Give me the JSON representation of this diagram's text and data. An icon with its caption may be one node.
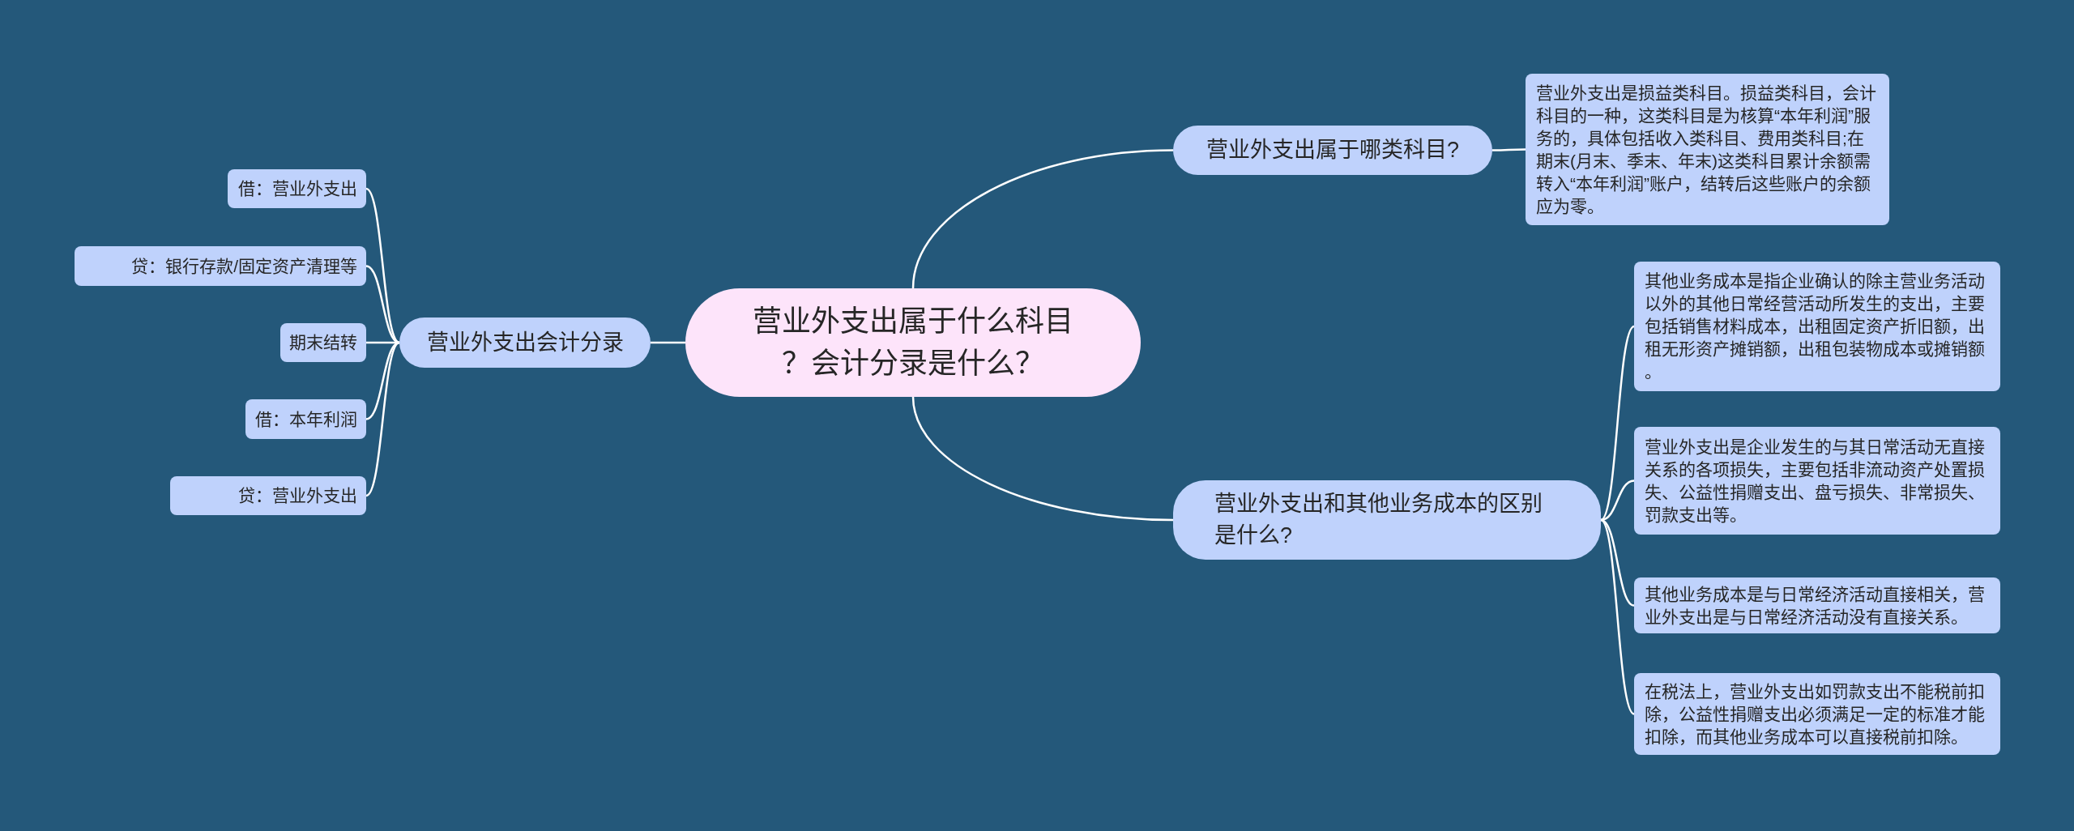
{
  "diagram": {
    "nodes": [
      {
        "text": [
          "营业外支出属于什么科目？会计分录是什么？"
        ]
      },
      {
        "text": [
          "营业外支出属于哪类科目?"
        ]
      },
      {
        "text": [
          "营业外支出是损益类科目。损益类科目，会计科目的一种，这类科目是为核算“本年利润”服务的，具体包括收入类科目、费用类科目;在期末(月末、季末、年末)这类科目累计余额需转入“本年利润”账户，结转后这些账户的余额应为零。"
        ]
      },
      {
        "text": [
          "营业外支出和其他业务成本的区别是什么?"
        ]
      },
      {
        "text": [
          "其他业务成本是指企业确认的除主营业务活动以外的其他日常经营活动所发生的支出，主要包括销售材料成本，出租固定资产折旧额，出租无形资产摊销额，出租包装物成本或摊销额。"
        ]
      },
      {
        "text": [
          "营业外支出是企业发生的与其日常活动无直接关系的各项损失，主要包括非流动资产处置损失、公益性捐赠支出、盘亏损失、非常损失、罚款支出等。"
        ]
      },
      {
        "text": [
          "其他业务成本是与日常经济活动直接相关，营业外支出是与日常经济活动没有直接关系。"
        ]
      },
      {
        "text": [
          "在税法上，营业外支出如罚款支出不能税前扣除，公益性捐赠支出必须满足一定的标准才能扣除，而其他业务成本可以直接税前扣除。"
        ]
      },
      {
        "text": [
          "营业外支出会计分录"
        ]
      },
      {
        "text": [
          "借：营业外支出"
        ]
      },
      {
        "text": [
          "贷：银行存款/固定资产清理等"
        ]
      },
      {
        "text": [
          "期末结转"
        ]
      },
      {
        "text": [
          "借：本年利润"
        ]
      },
      {
        "text": [
          "贷：营业外支出"
        ]
      }
    ],
    "edges": [
      {
        "from": 0,
        "to": 1,
        "arrow": "none"
      },
      {
        "from": 1,
        "to": 2,
        "arrow": "none"
      },
      {
        "from": 0,
        "to": 3,
        "arrow": "none"
      },
      {
        "from": 3,
        "to": 4,
        "arrow": "none"
      },
      {
        "from": 3,
        "to": 5,
        "arrow": "none"
      },
      {
        "from": 3,
        "to": 6,
        "arrow": "none"
      },
      {
        "from": 3,
        "to": 7,
        "arrow": "none"
      },
      {
        "from": 0,
        "to": 8,
        "arrow": "none"
      },
      {
        "from": 8,
        "to": 9,
        "arrow": "none"
      },
      {
        "from": 8,
        "to": 10,
        "arrow": "none"
      },
      {
        "from": 8,
        "to": 11,
        "arrow": "none"
      },
      {
        "from": 8,
        "to": 12,
        "arrow": "none"
      },
      {
        "from": 8,
        "to": 13,
        "arrow": "none"
      }
    ]
  }
}
